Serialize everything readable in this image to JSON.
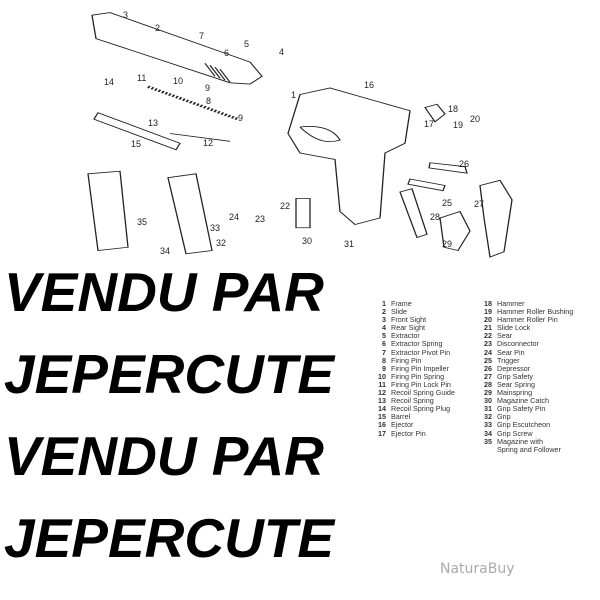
{
  "callouts": [
    "3",
    "2",
    "7",
    "5",
    "6",
    "4",
    "14",
    "11",
    "10",
    "9",
    "16",
    "1",
    "8",
    "18",
    "19",
    "20",
    "17",
    "9",
    "13",
    "12",
    "15",
    "26",
    "25",
    "27",
    "28",
    "22",
    "23",
    "24",
    "33",
    "35",
    "32",
    "34",
    "30",
    "31",
    "29"
  ],
  "legend_left": [
    {
      "n": "1",
      "t": "Frame"
    },
    {
      "n": "2",
      "t": "Slide"
    },
    {
      "n": "3",
      "t": "Front Sight"
    },
    {
      "n": "4",
      "t": "Rear Sight"
    },
    {
      "n": "5",
      "t": "Extractor"
    },
    {
      "n": "6",
      "t": "Extractor Spring"
    },
    {
      "n": "7",
      "t": "Extractor Pivot Pin"
    },
    {
      "n": "8",
      "t": "Firing Pin"
    },
    {
      "n": "9",
      "t": "Firing Pin Impeller"
    },
    {
      "n": "10",
      "t": "Firing Pin Spring"
    },
    {
      "n": "11",
      "t": "Firing Pin Lock Pin"
    },
    {
      "n": "12",
      "t": "Recoil Spring Guide"
    },
    {
      "n": "13",
      "t": "Recoil Spring"
    },
    {
      "n": "14",
      "t": "Recoil Spring Plug"
    },
    {
      "n": "15",
      "t": "Barrel"
    },
    {
      "n": "16",
      "t": "Ejector"
    },
    {
      "n": "17",
      "t": "Ejector Pin"
    }
  ],
  "legend_right": [
    {
      "n": "18",
      "t": "Hammer"
    },
    {
      "n": "19",
      "t": "Hammer Roller Bushing"
    },
    {
      "n": "20",
      "t": "Hammer Roller Pin"
    },
    {
      "n": "21",
      "t": "Slide Lock"
    },
    {
      "n": "22",
      "t": "Sear"
    },
    {
      "n": "23",
      "t": "Disconnector"
    },
    {
      "n": "24",
      "t": "Sear Pin"
    },
    {
      "n": "25",
      "t": "Trigger"
    },
    {
      "n": "26",
      "t": "Depressor"
    },
    {
      "n": "27",
      "t": "Grip Safety"
    },
    {
      "n": "28",
      "t": "Sear Spring"
    },
    {
      "n": "29",
      "t": "Mainspring"
    },
    {
      "n": "30",
      "t": "Magazine Catch"
    },
    {
      "n": "31",
      "t": "Grip Safety Pin"
    },
    {
      "n": "32",
      "t": "Grip"
    },
    {
      "n": "33",
      "t": "Grip Escutcheon"
    },
    {
      "n": "34",
      "t": "Grip Screw"
    },
    {
      "n": "35",
      "t": "Magazine with"
    },
    {
      "n": "",
      "t": "Spring and Follower"
    }
  ],
  "watermark": [
    "VENDU PAR",
    "JEPERCUTE",
    "VENDU PAR",
    "JEPERCUTE"
  ],
  "logo": "NaturaBuy"
}
